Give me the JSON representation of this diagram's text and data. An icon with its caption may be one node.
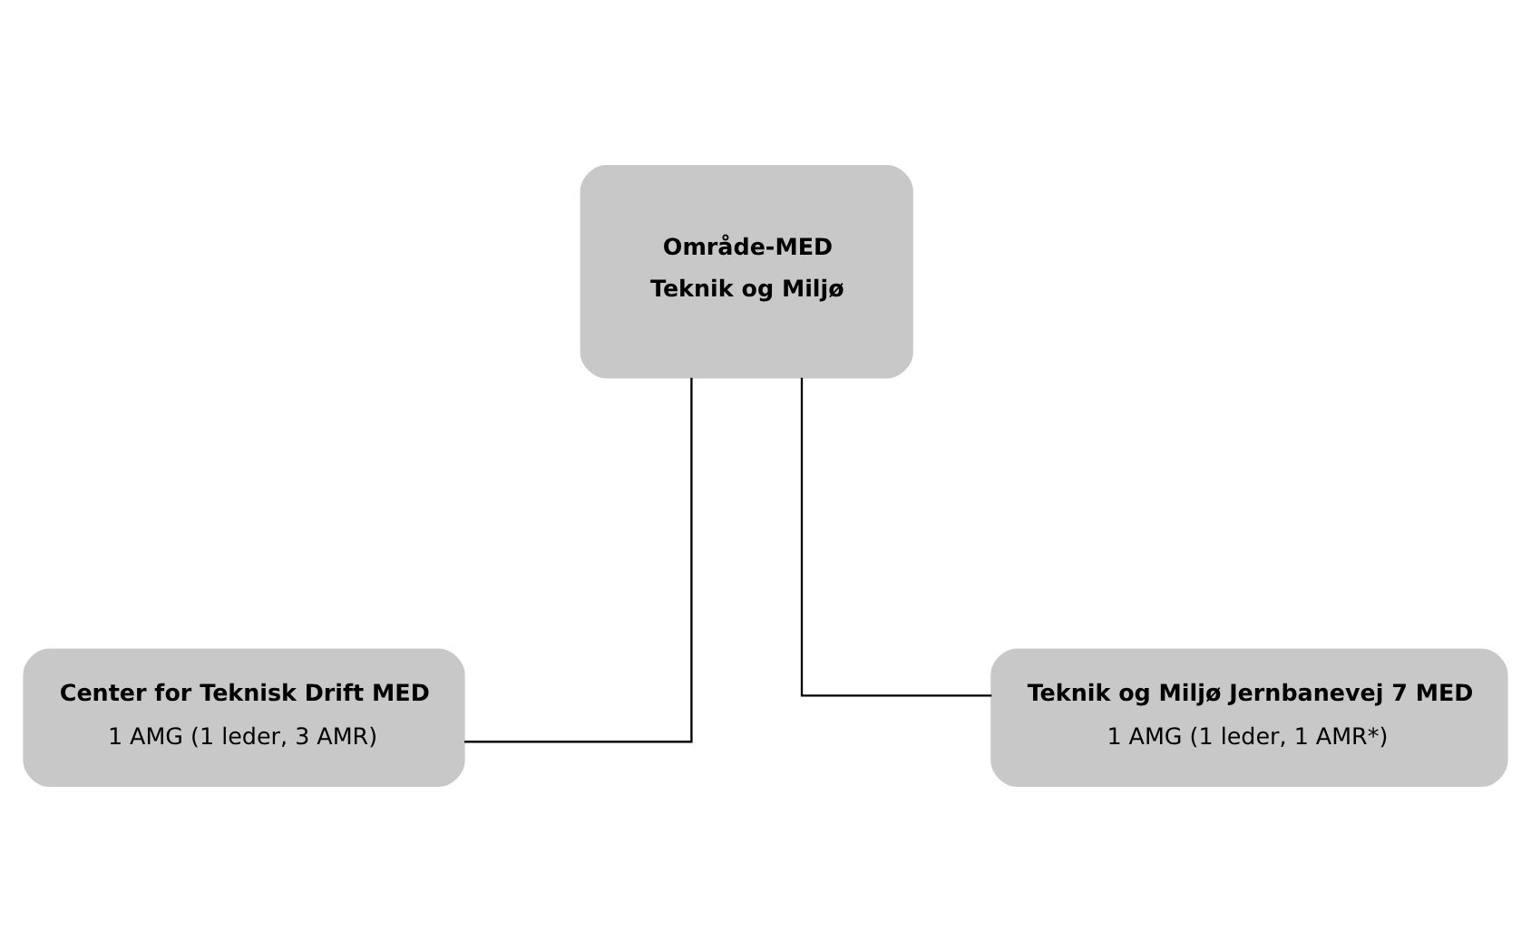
{
  "diagram": {
    "nodes": [
      {
        "text": [
          "Område-MED",
          "Teknik og Miljø"
        ]
      },
      {
        "text": [
          "Center for Teknisk Drift MED",
          "1 AMG (1 leder, 3 AMR)"
        ]
      },
      {
        "text": [
          "Teknik og Miljø Jernbanevej 7 MED",
          "1 AMG (1 leder, 1 AMR*)"
        ]
      }
    ],
    "edges": [
      {
        "from": 0,
        "to": 1,
        "arrow": "none"
      },
      {
        "from": 0,
        "to": 2,
        "arrow": "none"
      }
    ]
  }
}
